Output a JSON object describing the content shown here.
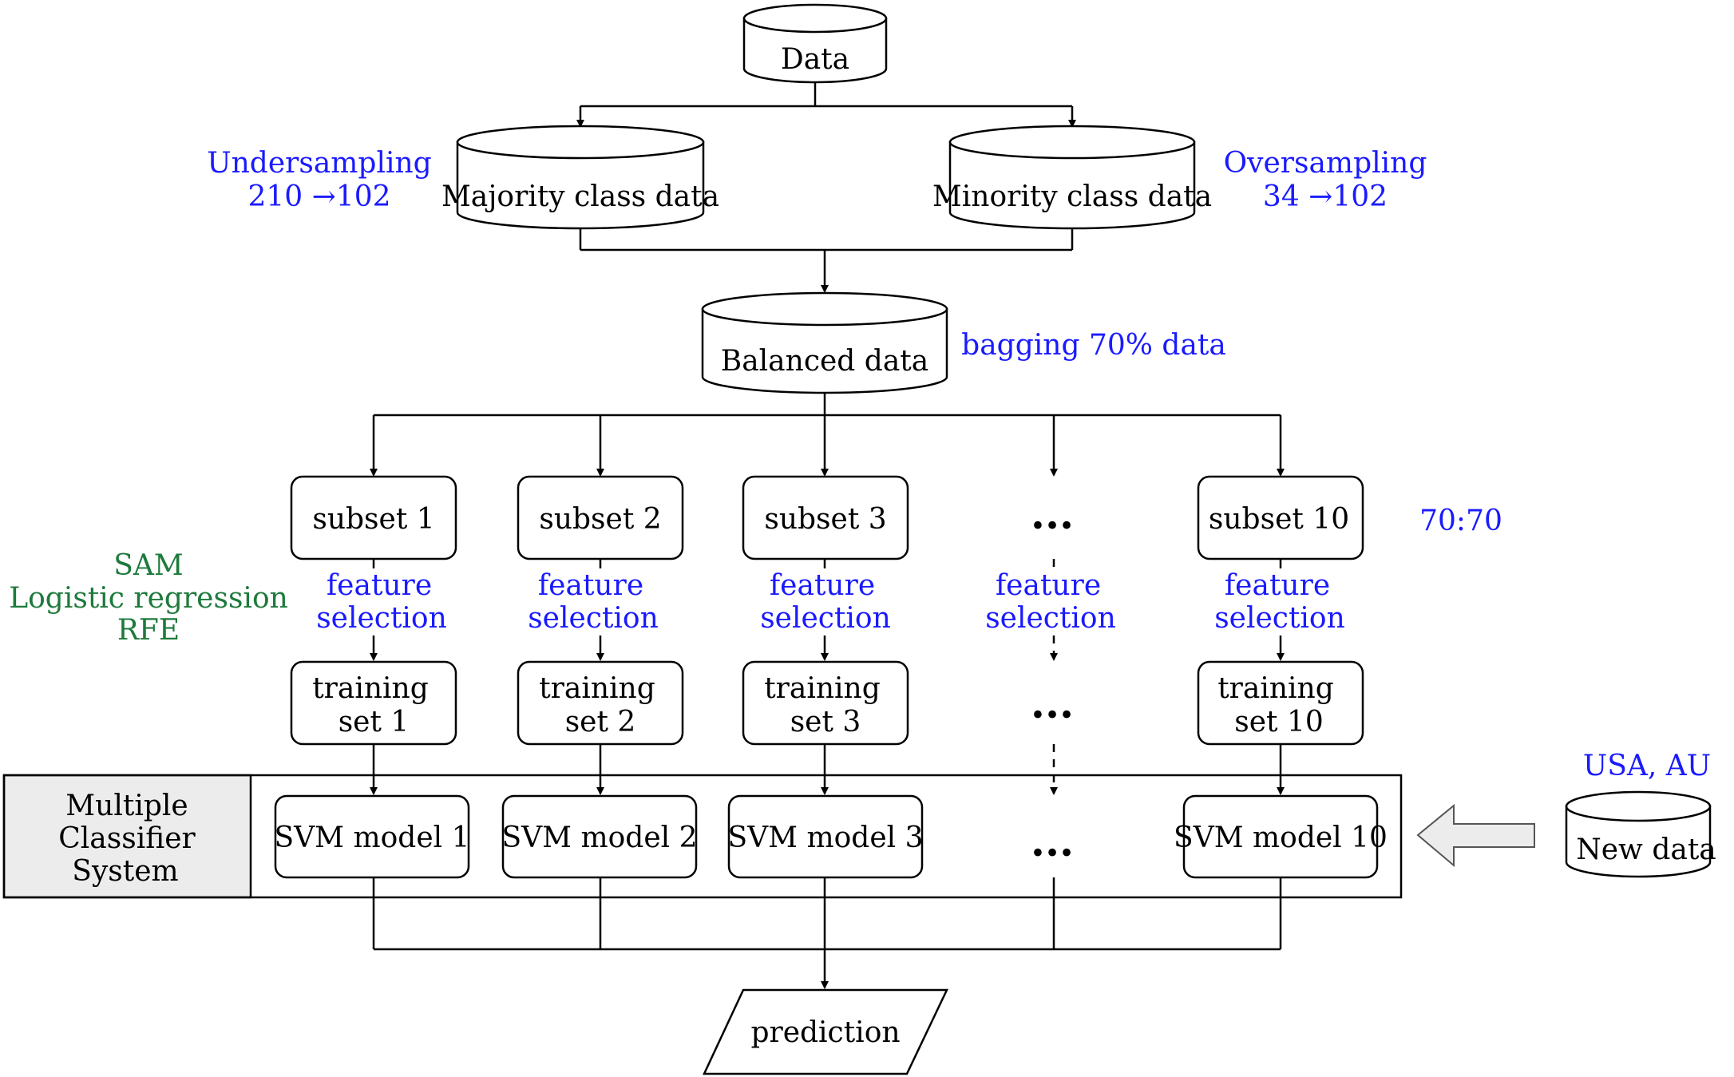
{
  "colors": {
    "annotation_blue": "#1a1aff",
    "annotation_green": "#1e7a3c",
    "line": "#000000",
    "mcs_fill": "#ececec",
    "arrow_fill": "#ececec"
  },
  "nodes": {
    "data": "Data",
    "majority": "Majority class data",
    "minority": "Minority class data",
    "balanced": "Balanced data",
    "new_data": "New data",
    "prediction": "prediction"
  },
  "annotations": {
    "undersampling": "Undersampling",
    "undersampling_count": "210 →102",
    "oversampling": "Oversampling",
    "oversampling_count": "34 →102",
    "bagging": "bagging 70% data",
    "ratio": "70:70",
    "usa_au": "USA, AU",
    "methods": [
      "SAM",
      "Logistic regression",
      "RFE"
    ]
  },
  "columns": [
    {
      "subset": "subset 1",
      "fs": [
        "feature",
        "selection"
      ],
      "train": [
        "training",
        "set 1"
      ],
      "model": "SVM model 1"
    },
    {
      "subset": "subset 2",
      "fs": [
        "feature",
        "selection"
      ],
      "train": [
        "training",
        "set 2"
      ],
      "model": "SVM model 2"
    },
    {
      "subset": "subset 3",
      "fs": [
        "feature",
        "selection"
      ],
      "train": [
        "training",
        "set 3"
      ],
      "model": "SVM model 3"
    },
    {
      "subset": "...",
      "fs": [
        "feature",
        "selection"
      ],
      "train": [
        "..."
      ],
      "model": "..."
    },
    {
      "subset": "subset 10",
      "fs": [
        "feature",
        "selection"
      ],
      "train": [
        "training",
        "set 10"
      ],
      "model": "SVM model 10"
    }
  ],
  "mcs_label": [
    "Multiple",
    "Classifier",
    "System"
  ]
}
